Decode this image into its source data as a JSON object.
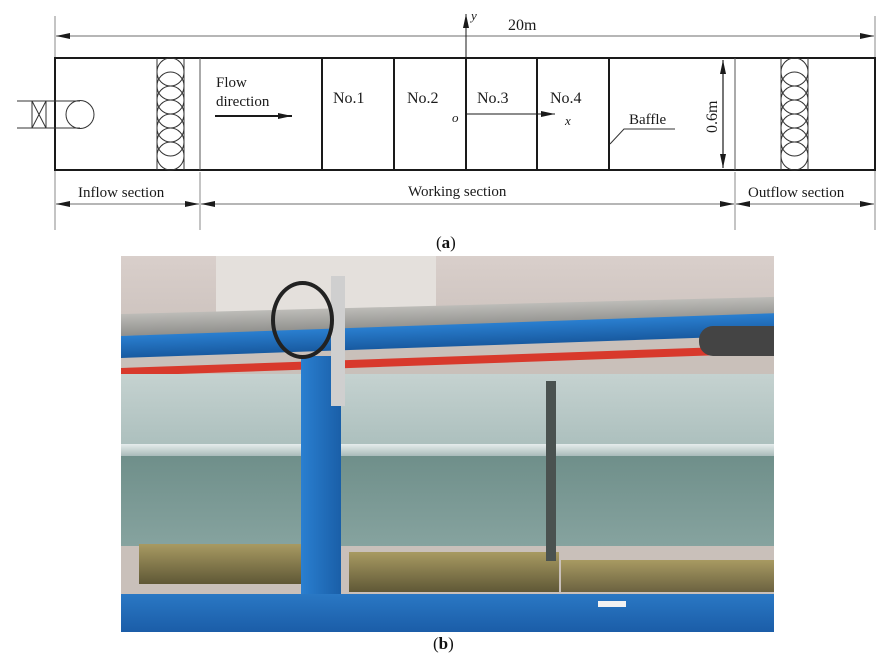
{
  "figure": {
    "panel_a": {
      "caption_letter": "a",
      "total_length": "20m",
      "height": "0.6m",
      "axis_y": "y",
      "axis_x": "x",
      "origin": "o",
      "flow_label_line1": "Flow",
      "flow_label_line2": "direction",
      "stations": [
        "No.1",
        "No.2",
        "No.3",
        "No.4"
      ],
      "baffle_label": "Baffle",
      "sections": {
        "inflow": "Inflow section",
        "working": "Working section",
        "outflow": "Outflow section"
      }
    },
    "panel_b": {
      "caption_letter": "b"
    },
    "colors": {
      "line": "#1a1a1a",
      "dim_line": "#8a8a8a",
      "frame_blue": "#1f6fc0",
      "rail_red": "#d8392c",
      "water": "#8fb3b0",
      "floor": "#a89a62",
      "wall": "#d9cfca"
    }
  }
}
